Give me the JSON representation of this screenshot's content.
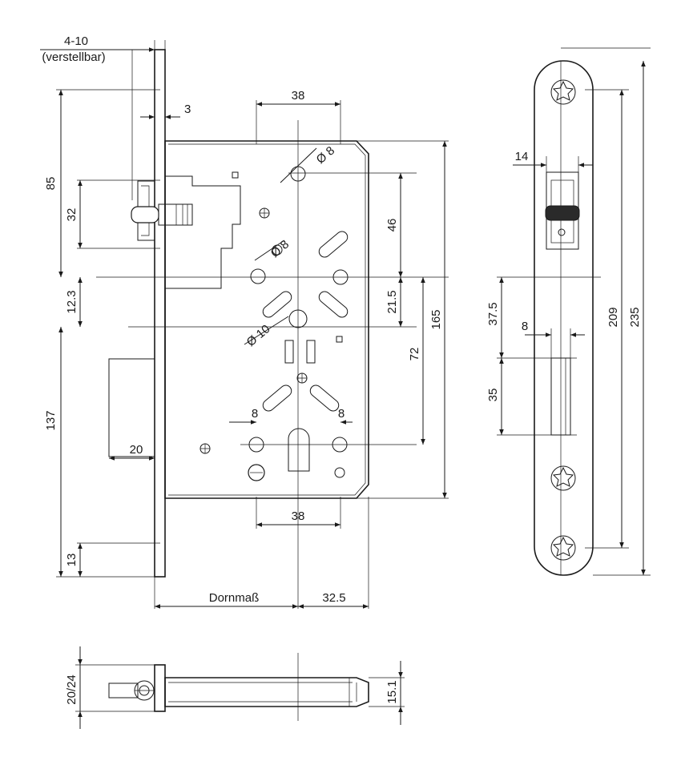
{
  "dimensions": {
    "adjust_range": "4-10",
    "adjust_note": "(verstellbar)",
    "faceplate_thickness": "3",
    "width_top": "38",
    "hole_dia_top": "Ø 8",
    "hole_dia_mid": "Ø 8",
    "hole_dia_large": "Ø 10",
    "h_85": "85",
    "h_32": "32",
    "h_12_3": "12.3",
    "h_137": "137",
    "h_13": "13",
    "v_46": "46",
    "v_21_5": "21.5",
    "v_72": "72",
    "v_165": "165",
    "side_8_left": "8",
    "side_8_right": "8",
    "bolt_20": "20",
    "width_bottom": "38",
    "dornmass": "Dornmaß",
    "dim_32_5": "32.5",
    "plate_14": "14",
    "plate_37_5": "37.5",
    "plate_8": "8",
    "plate_35": "35",
    "plate_209": "209",
    "plate_235": "235",
    "bottom_20_24": "20/24",
    "bottom_15_1": "15.1"
  }
}
